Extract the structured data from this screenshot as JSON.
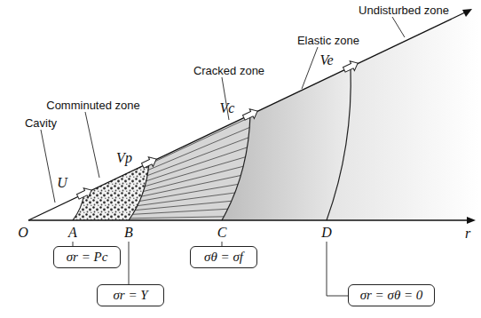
{
  "diagram": {
    "nodes": [
      {
        "text": [
          "σr = Pc"
        ]
      },
      {
        "text": [
          "σr = Y"
        ]
      },
      {
        "text": [
          "σθ = σf"
        ]
      },
      {
        "text": [
          "σr = σθ = 0"
        ]
      }
    ],
    "labels": [
      "Undisturbed zone",
      "Elastic zone",
      "Cracked zone",
      "Comminuted zone",
      "Cavity",
      "U",
      "Vp",
      "Vc",
      "Ve",
      "O",
      "A",
      "B",
      "C",
      "D",
      "r"
    ]
  }
}
